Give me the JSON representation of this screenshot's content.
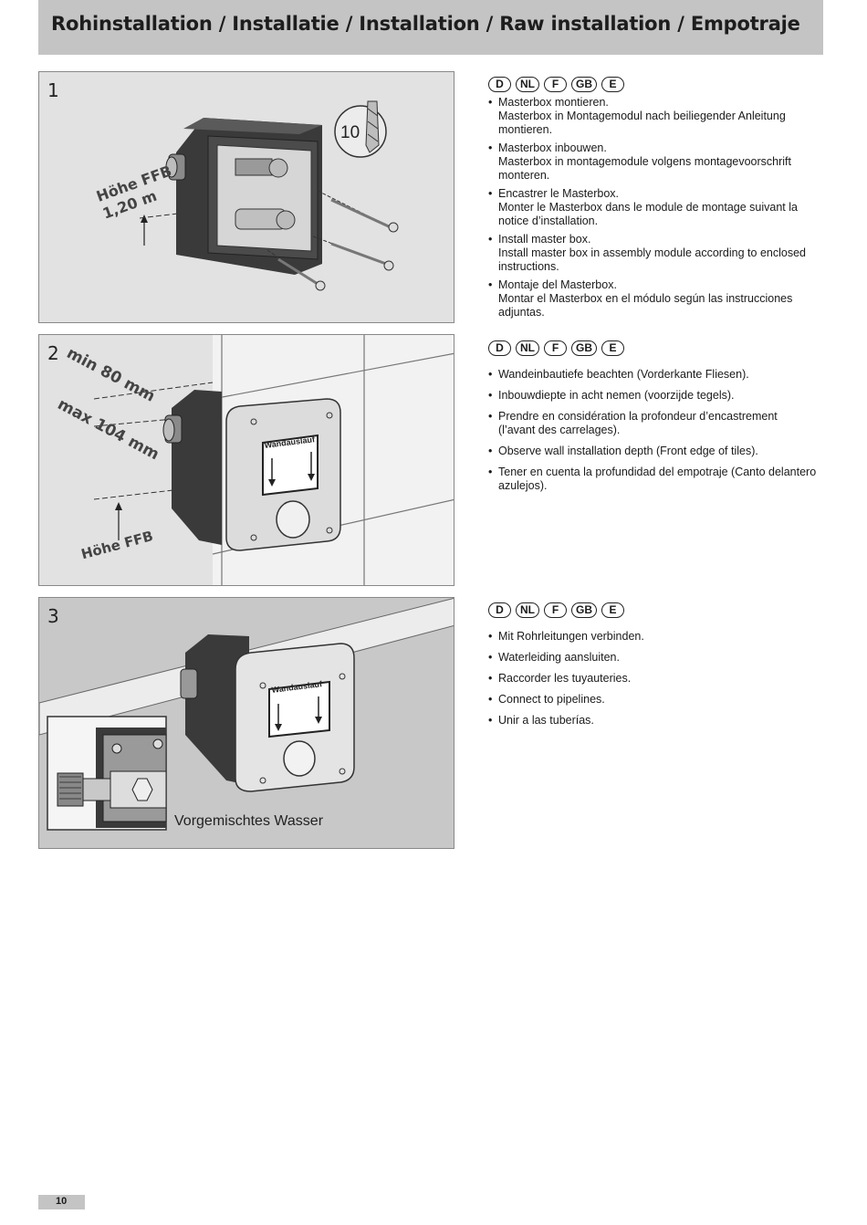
{
  "header": {
    "title": "Rohinstallation / Installatie / Installation / Raw installation / Empotraje"
  },
  "languages": [
    "D",
    "NL",
    "F",
    "GB",
    "E"
  ],
  "steps": [
    {
      "number": "1",
      "figure": {
        "height_label": "Höhe FFB",
        "height_value": "1,20 m",
        "drill_size": "10"
      },
      "items": [
        {
          "title": "Masterbox montieren.",
          "text": "Masterbox in Montagemodul nach beiliegender Anleitung montieren."
        },
        {
          "title": "Masterbox inbouwen.",
          "text": "Masterbox in montagemodule volgens montagevoorschrift monteren."
        },
        {
          "title": "Encastrer le Masterbox.",
          "text": "Monter le Masterbox dans le module de montage suivant la notice   d’installation."
        },
        {
          "title": "Install master box.",
          "text": "Install master box in assembly module according to enclosed instructions."
        },
        {
          "title": "Montaje del Masterbox.",
          "text": "Montar el Masterbox en el módulo según las instrucciones adjuntas."
        }
      ]
    },
    {
      "number": "2",
      "figure": {
        "min_label": "min 80 mm",
        "max_label": "max 104 mm",
        "height_label": "Höhe FFB",
        "box_label": "Wandauslauf"
      },
      "items": [
        "Wandeinbautiefe beachten (Vorderkante Fliesen).",
        "Inbouwdiepte in acht nemen (voorzijde tegels).",
        "Prendre en considération la profondeur d’encastrement (l’avant des carrelages).",
        "Observe wall installation depth (Front edge of tiles).",
        "Tener en cuenta la profundidad del empotraje (Canto delantero azulejos)."
      ]
    },
    {
      "number": "3",
      "figure": {
        "box_label": "Wandauslauf",
        "caption": "Vorgemischtes Wasser"
      },
      "items": [
        "Mit Rohrleitungen verbinden.",
        "Waterleiding aansluiten.",
        "Raccorder les tuyauteries.",
        "Connect to pipelines.",
        "Unir a las tuberías."
      ]
    }
  ],
  "footer": {
    "page_number": "10"
  }
}
